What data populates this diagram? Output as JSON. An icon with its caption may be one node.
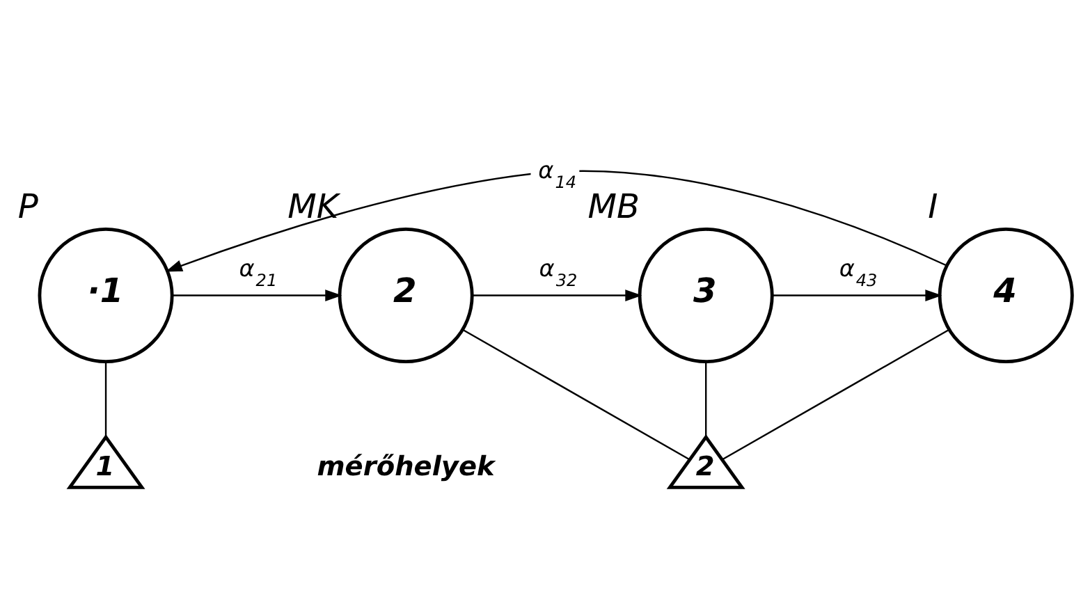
{
  "diagram": {
    "nodes": [
      {
        "text": [
          "·1"
        ],
        "beside": [
          "P"
        ]
      },
      {
        "text": [
          "2"
        ],
        "beside": [
          "MK"
        ]
      },
      {
        "text": [
          "3"
        ],
        "beside": [
          "MB"
        ]
      },
      {
        "text": [
          "4"
        ],
        "beside": [
          "I"
        ]
      },
      {
        "text": [
          "1"
        ]
      },
      {
        "text": [
          "2"
        ]
      }
    ],
    "edges": [
      {
        "from": 0,
        "to": 1,
        "arrow": "to",
        "label": "α$_{21}$"
      },
      {
        "from": 1,
        "to": 2,
        "arrow": "to",
        "label": "α$_{32}$"
      },
      {
        "from": 2,
        "to": 3,
        "arrow": "to",
        "label": "α$_{43}$"
      },
      {
        "from": 3,
        "to": 0,
        "arrow": "to",
        "label": "α$_{14}$"
      },
      {
        "from": 0,
        "to": 4,
        "arrow": "none"
      },
      {
        "from": 1,
        "to": 5,
        "arrow": "none"
      },
      {
        "from": 2,
        "to": 5,
        "arrow": "none"
      },
      {
        "from": 3,
        "to": 5,
        "arrow": "none"
      }
    ],
    "labels": [
      "mérőhelyek"
    ]
  }
}
